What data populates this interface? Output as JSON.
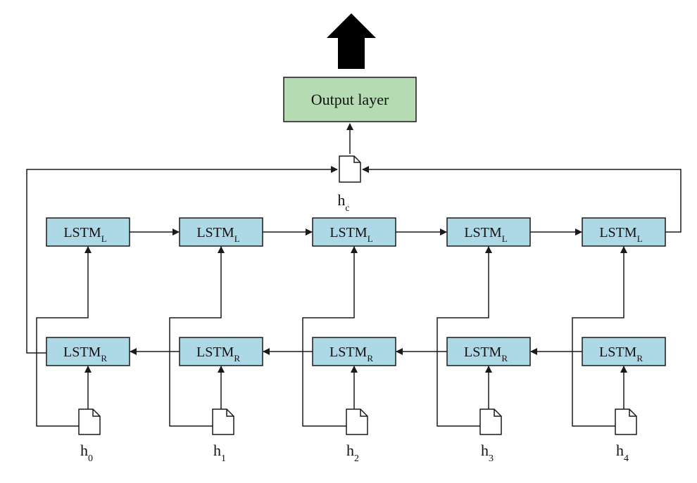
{
  "output_layer": {
    "label": "Output layer"
  },
  "lstm_left": {
    "label": "LSTM",
    "subscript": "L",
    "count": 5
  },
  "lstm_right": {
    "label": "LSTM",
    "subscript": "R",
    "count": 5
  },
  "context": {
    "label": "h",
    "subscript": "c"
  },
  "inputs": [
    {
      "label": "h",
      "subscript": "0"
    },
    {
      "label": "h",
      "subscript": "1"
    },
    {
      "label": "h",
      "subscript": "2"
    },
    {
      "label": "h",
      "subscript": "3"
    },
    {
      "label": "h",
      "subscript": "4"
    }
  ],
  "colors": {
    "lstm_fill": "#add8e6",
    "output_fill": "#b5dbb3",
    "stroke": "#1a1a1a",
    "output_arrow": "#000000"
  },
  "icons": {
    "vector": "document-icon",
    "output_arrow": "up-arrow-icon"
  }
}
